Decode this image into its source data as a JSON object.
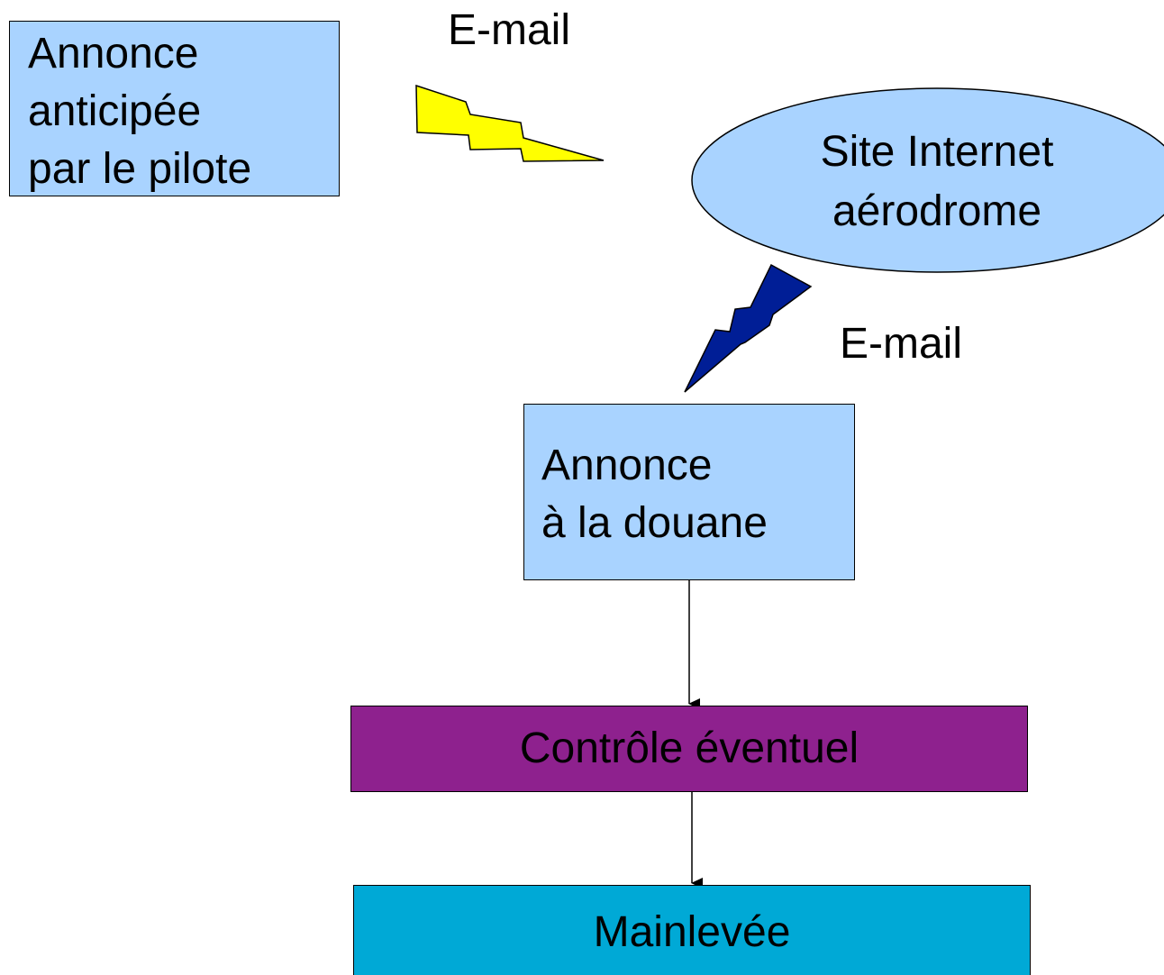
{
  "nodes": {
    "pilot_announcement": {
      "lines": [
        "Annonce",
        "anticipée",
        "par le pilote"
      ]
    },
    "airfield_website": {
      "lines": [
        "Site Internet",
        "aérodrome"
      ]
    },
    "customs_announcement": {
      "lines": [
        "Annonce",
        "à la douane"
      ]
    },
    "possible_inspection": {
      "label": "Contrôle éventuel"
    },
    "release": {
      "label": "Mainlevée"
    }
  },
  "connectors": {
    "pilot_to_website": {
      "label": "E-mail",
      "icon": "lightning-bolt-icon",
      "color": "#ffff00"
    },
    "website_to_customs": {
      "label": "E-mail",
      "icon": "lightning-bolt-icon",
      "color": "#001e96"
    }
  },
  "colors": {
    "box_light_blue": "#a9d3ff",
    "ellipse_blue": "#a9d3ff",
    "inspection_purple": "#8e218e",
    "release_cyan": "#00a9d6"
  }
}
